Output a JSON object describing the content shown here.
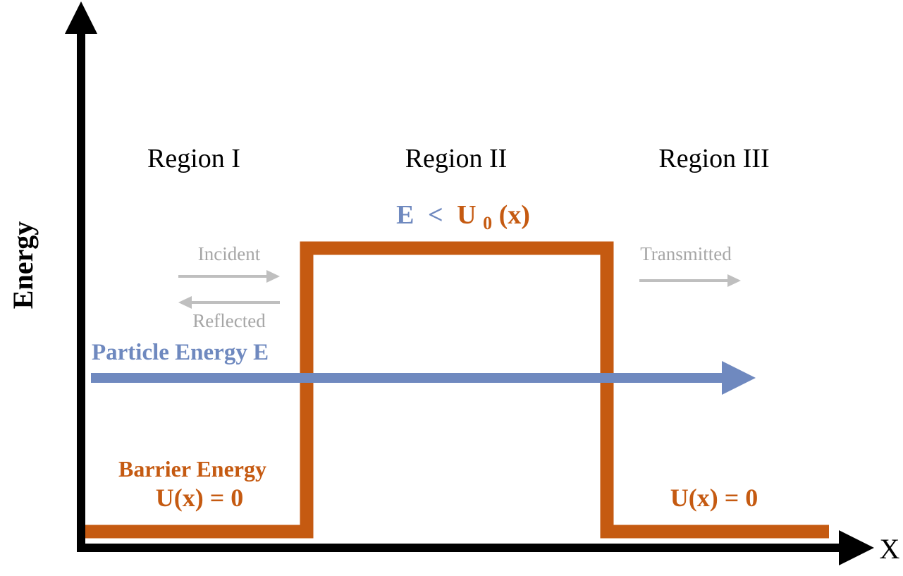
{
  "axes": {
    "y_label": "Energy",
    "x_label": "X"
  },
  "regions": [
    {
      "label": "Region I"
    },
    {
      "label": "Region II"
    },
    {
      "label": "Region III"
    }
  ],
  "condition": {
    "lhs": "E",
    "relation": "<",
    "rhs_main": "U",
    "rhs_sub": "0",
    "rhs_arg": "(x)"
  },
  "waves": {
    "incident": "Incident",
    "reflected": "Reflected",
    "transmitted": "Transmitted"
  },
  "particle": {
    "label": "Particle Energy E"
  },
  "barrier": {
    "label": "Barrier Energy",
    "region1_equation": "U(x) = 0",
    "region3_equation": "U(x) = 0"
  },
  "colors": {
    "axis": "#000000",
    "barrier": "#c55a11",
    "particle": "#6f89bf",
    "wave_arrow": "#bfbfbf",
    "wave_text": "#a6a6a6"
  }
}
